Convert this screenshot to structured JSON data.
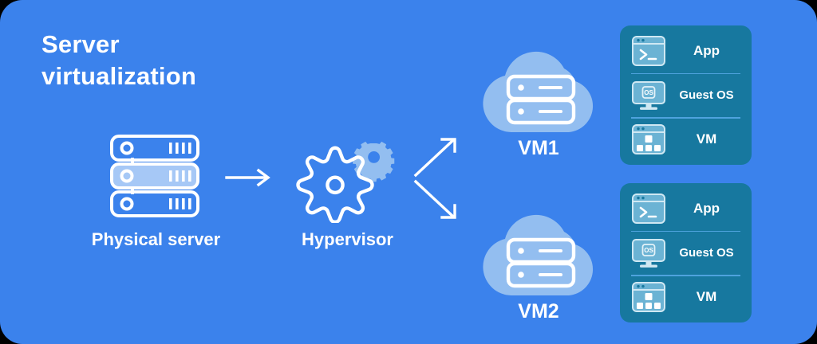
{
  "diagram": {
    "title": "Server\nvirtualization",
    "background_color": "#3b82ec",
    "accent_light": "#93bef0",
    "card_color": "#17789f",
    "text_color": "#ffffff"
  },
  "nodes": {
    "physical_server": {
      "label": "Physical server",
      "icon": "server-stack-icon"
    },
    "hypervisor": {
      "label": "Hypervisor",
      "icon": "gears-icon"
    },
    "vms": [
      {
        "label": "VM1",
        "icon": "cloud-server-icon"
      },
      {
        "label": "VM2",
        "icon": "cloud-server-icon"
      }
    ]
  },
  "arrows": [
    {
      "name": "server-to-hypervisor",
      "direction": "right"
    },
    {
      "name": "hypervisor-to-vm1",
      "direction": "up-right"
    },
    {
      "name": "hypervisor-to-vm2",
      "direction": "down-right"
    }
  ],
  "stack_cards": [
    {
      "name": "vm1-stack",
      "rows": [
        {
          "label": "App",
          "icon": "terminal-window-icon"
        },
        {
          "label": "Guest OS",
          "icon": "monitor-os-icon"
        },
        {
          "label": "VM",
          "icon": "app-grid-window-icon"
        }
      ]
    },
    {
      "name": "vm2-stack",
      "rows": [
        {
          "label": "App",
          "icon": "terminal-window-icon"
        },
        {
          "label": "Guest OS",
          "icon": "monitor-os-icon"
        },
        {
          "label": "VM",
          "icon": "app-grid-window-icon"
        }
      ]
    }
  ]
}
